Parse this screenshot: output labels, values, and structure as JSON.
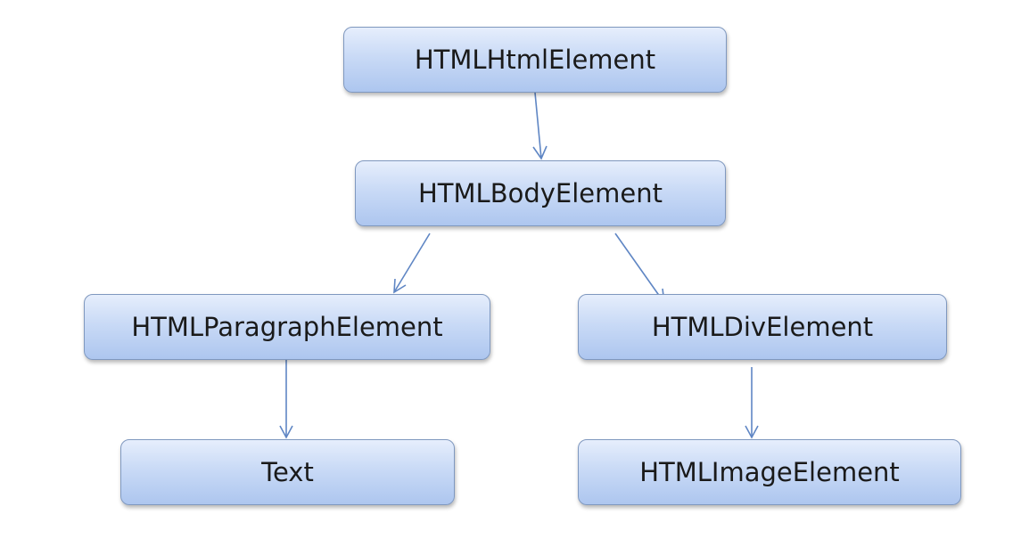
{
  "diagram": {
    "nodes": {
      "html": "HTMLHtmlElement",
      "body": "HTMLBodyElement",
      "paragraph": "HTMLParagraphElement",
      "div": "HTMLDivElement",
      "text": "Text",
      "image": "HTMLImageElement"
    },
    "edges": [
      {
        "from": "html",
        "to": "body"
      },
      {
        "from": "body",
        "to": "paragraph"
      },
      {
        "from": "body",
        "to": "div"
      },
      {
        "from": "paragraph",
        "to": "text"
      },
      {
        "from": "div",
        "to": "image"
      }
    ],
    "colors": {
      "node_fill_top": "#e6eefc",
      "node_fill_bottom": "#adc6ef",
      "node_border": "#7f98bf",
      "arrow": "#5f86c4"
    }
  }
}
